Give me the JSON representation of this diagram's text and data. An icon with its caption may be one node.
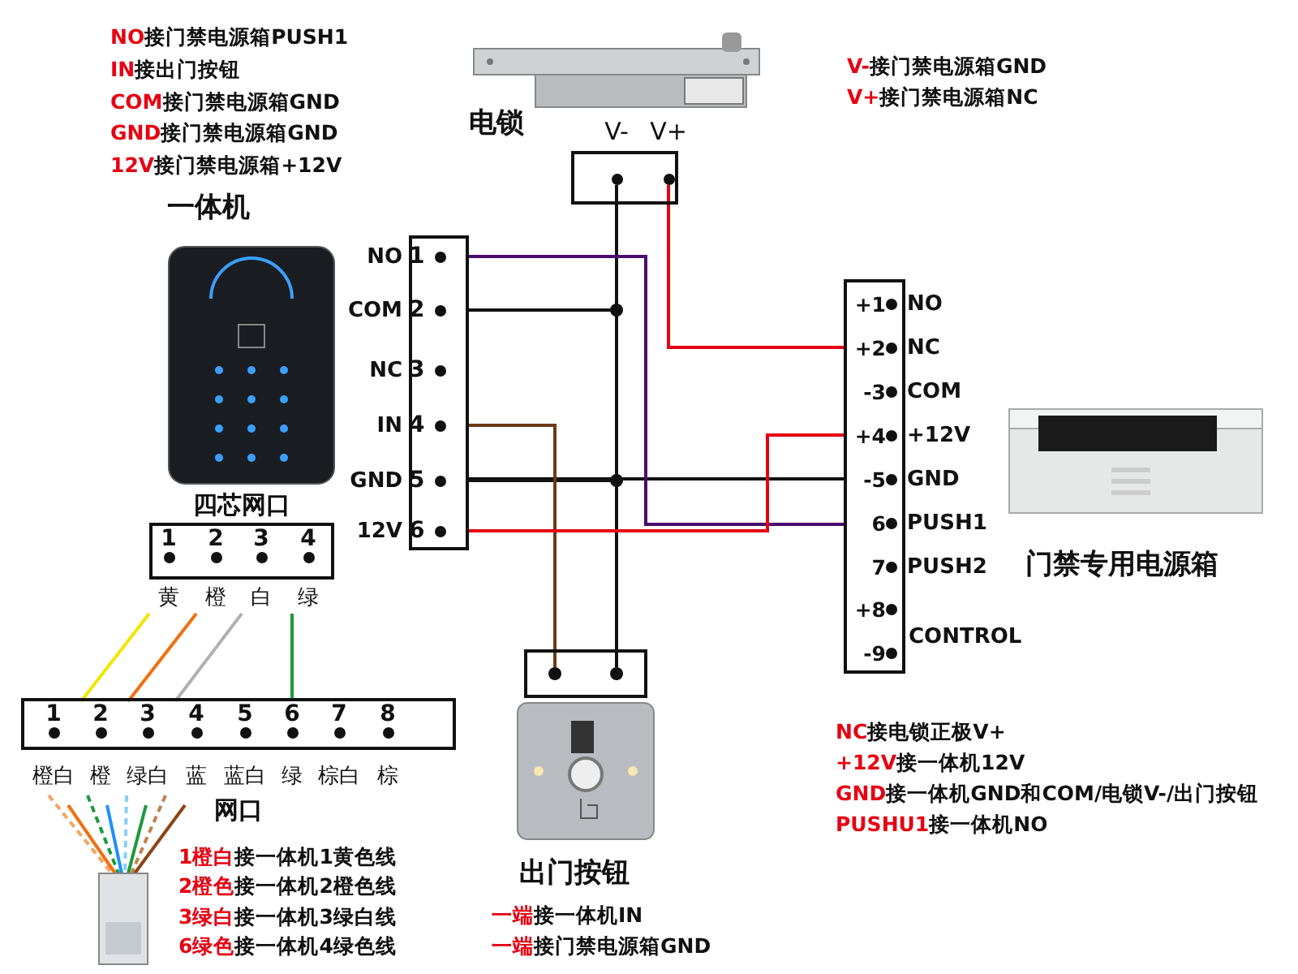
{
  "diagram": {
    "nodes": [
      {
        "text": [
          "电锁"
        ]
      },
      {
        "text": [],
        "shape": "box"
      },
      {
        "text": [
          "V-"
        ],
        "in": 1
      },
      {
        "text": [
          "V+"
        ],
        "in": 1
      },
      {
        "text": [
          "一体机"
        ]
      },
      {
        "text": [],
        "shape": "box"
      },
      {
        "text": [
          "NO",
          "1"
        ],
        "in": 5
      },
      {
        "text": [
          "COM",
          "2"
        ],
        "in": 5
      },
      {
        "text": [
          "NC",
          "3"
        ],
        "in": 5
      },
      {
        "text": [
          "IN",
          "4"
        ],
        "in": 5
      },
      {
        "text": [
          "GND",
          "5"
        ],
        "in": 5
      },
      {
        "text": [
          "12V",
          "6"
        ],
        "in": 5
      },
      {
        "text": [],
        "shape": "box"
      },
      {
        "text": [
          "+1",
          "NO"
        ],
        "in": 12
      },
      {
        "text": [
          "+2",
          "NC"
        ],
        "in": 12
      },
      {
        "text": [
          "-3",
          "COM"
        ],
        "in": 12
      },
      {
        "text": [
          "+4",
          "+12V"
        ],
        "in": 12
      },
      {
        "text": [
          "-5",
          "GND"
        ],
        "in": 12
      },
      {
        "text": [
          "6",
          "PUSH1"
        ],
        "in": 12
      },
      {
        "text": [
          "7",
          "PUSH2"
        ],
        "in": 12
      },
      {
        "text": [
          "+8"
        ],
        "in": 12
      },
      {
        "text": [
          "-9"
        ],
        "in": 12
      },
      {
        "text": [
          "门禁专用电源箱"
        ]
      },
      {
        "text": [],
        "shape": "box"
      },
      {
        "text": [],
        "shape": "circle",
        "in": 23
      },
      {
        "text": [],
        "shape": "circle",
        "in": 23
      },
      {
        "text": [
          "出门按钮"
        ]
      },
      {
        "text": [
          "四芯网口"
        ]
      },
      {
        "text": [
          "1",
          "黄"
        ],
        "in": 27
      },
      {
        "text": [
          "2",
          "橙"
        ],
        "in": 27
      },
      {
        "text": [
          "3",
          "白"
        ],
        "in": 27
      },
      {
        "text": [
          "4",
          "绿"
        ],
        "in": 27
      },
      {
        "text": [
          "网口"
        ]
      },
      {
        "text": [
          "1",
          "橙白"
        ],
        "in": 32
      },
      {
        "text": [
          "2",
          "橙"
        ],
        "in": 32
      },
      {
        "text": [
          "3",
          "绿白"
        ],
        "in": 32
      },
      {
        "text": [
          "4",
          "蓝"
        ],
        "in": 32
      },
      {
        "text": [
          "5",
          "蓝白"
        ],
        "in": 32
      },
      {
        "text": [
          "6",
          "绿"
        ],
        "in": 32
      },
      {
        "text": [
          "7",
          "棕白"
        ],
        "in": 32
      },
      {
        "text": [
          "8",
          "棕"
        ],
        "in": 32
      },
      {
        "text": [],
        "shape": "picture"
      }
    ],
    "edges": [
      {
        "from": 2,
        "to": 7,
        "arrow": "none"
      },
      {
        "from": 2,
        "to": 10,
        "arrow": "none"
      },
      {
        "from": 10,
        "to": 17,
        "arrow": "none"
      },
      {
        "from": 2,
        "to": 25,
        "arrow": "none"
      },
      {
        "from": 3,
        "to": 14,
        "arrow": "none",
        "color": "#e60012"
      },
      {
        "from": 6,
        "to": 18,
        "arrow": "none",
        "color": "#4b0a6e"
      },
      {
        "from": 9,
        "to": 24,
        "arrow": "none",
        "color": "#6b3a12"
      },
      {
        "from": 11,
        "to": 16,
        "arrow": "none",
        "color": "#e60012"
      },
      {
        "from": 28,
        "to": 33,
        "arrow": "none",
        "color": "#f5e400"
      },
      {
        "from": 29,
        "to": 34,
        "arrow": "none",
        "color": "#f07010"
      },
      {
        "from": 30,
        "to": 35,
        "arrow": "none",
        "color": "#b0b0b0"
      },
      {
        "from": 31,
        "to": 38,
        "arrow": "none",
        "color": "#1a9a3a"
      }
    ],
    "labels": [
      "**NO**接门禁电源箱PUSH1",
      "**IN**接出门按钮",
      "**COM**接门禁电源箱GND",
      "**GND**接门禁电源箱GND",
      "**12V**接门禁电源箱+12V",
      "**V-**接门禁电源箱GND",
      "**V+**接门禁电源箱NC",
      "CONTROL",
      "**NC**接电锁正极V+",
      "**+12V**接一体机12V",
      "**GND**接一体机GND和COM/电锁V-/出门按钮",
      "**PUSHU1**接一体机NO",
      "**1橙白**接一体机1黄色线",
      "**2橙色**接一体机2橙色线",
      "**3绿白**接一体机3绿白线",
      "**6绿色**接一体机4绿色线",
      "**一端**接一体机IN",
      "**一端**接门禁电源箱GND"
    ]
  }
}
